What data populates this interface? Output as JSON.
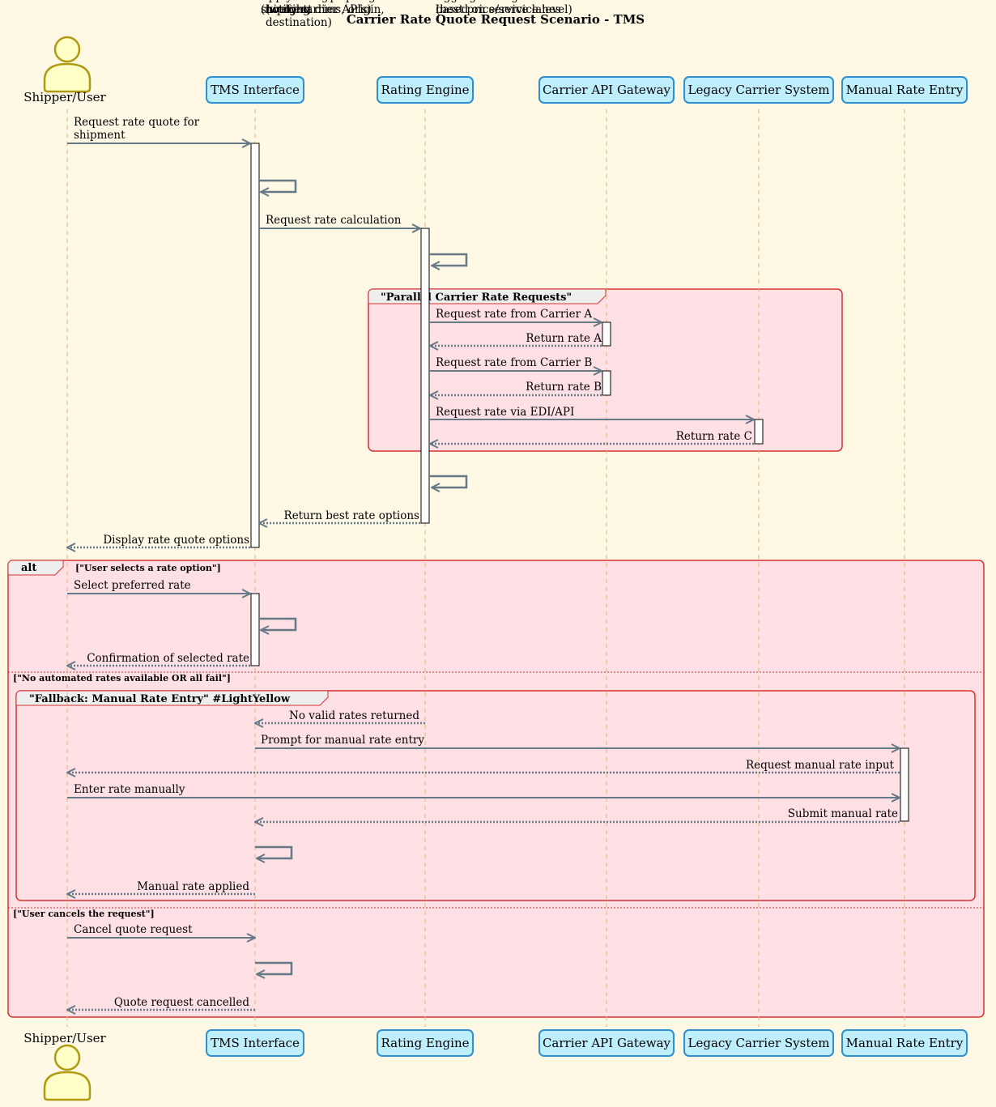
{
  "title": "Carrier Rate Quote Request Scenario - TMS",
  "colors": {
    "background": "#FEF8E4",
    "participant_fill": "#BFEFFF",
    "participant_stroke": "#2F8FCF",
    "actor_fill": "#FFFFC8",
    "actor_stroke": "#B09A10",
    "group_fill": "#FFE0E4",
    "group_stroke": "#D63030",
    "arrow": "#657A86",
    "lifeline": "#E7B27D",
    "tab_fill": "#EEEEEE"
  },
  "participants": [
    {
      "id": "user",
      "label": "Shipper/User",
      "kind": "actor"
    },
    {
      "id": "tms",
      "label": "TMS Interface",
      "kind": "participant"
    },
    {
      "id": "rating",
      "label": "Rating Engine",
      "kind": "participant"
    },
    {
      "id": "gateway",
      "label": "Carrier API Gateway",
      "kind": "participant"
    },
    {
      "id": "legacy",
      "label": "Legacy Carrier System",
      "kind": "participant"
    },
    {
      "id": "manual",
      "label": "Manual Rate Entry",
      "kind": "participant"
    }
  ],
  "messages": [
    {
      "from": "user",
      "to": "tms",
      "lines": [
        "Request rate quote for",
        "shipment"
      ],
      "type": "sync"
    },
    {
      "from": "tms",
      "to": "tms",
      "lines": [
        "Validate shipment details",
        "(weight, dims, origin,",
        "destination)"
      ],
      "type": "self"
    },
    {
      "from": "tms",
      "to": "rating",
      "lines": [
        "Request rate calculation"
      ],
      "type": "sync"
    },
    {
      "from": "rating",
      "to": "rating",
      "lines": [
        "Determine eligible carriers",
        "based on service lanes"
      ],
      "type": "self"
    },
    {
      "from": "rating",
      "to": "gateway",
      "lines": [
        "Request rate from Carrier A"
      ],
      "type": "sync"
    },
    {
      "from": "gateway",
      "to": "rating",
      "lines": [
        "Return rate A"
      ],
      "type": "return"
    },
    {
      "from": "rating",
      "to": "gateway",
      "lines": [
        "Request rate from Carrier B"
      ],
      "type": "sync"
    },
    {
      "from": "gateway",
      "to": "rating",
      "lines": [
        "Return rate B"
      ],
      "type": "return"
    },
    {
      "from": "rating",
      "to": "legacy",
      "lines": [
        "Request rate via EDI/API"
      ],
      "type": "sync"
    },
    {
      "from": "legacy",
      "to": "rating",
      "lines": [
        "Return rate C"
      ],
      "type": "return"
    },
    {
      "from": "rating",
      "to": "rating",
      "lines": [
        "Aggregate and rank rates",
        "(best price/service level)"
      ],
      "type": "self"
    },
    {
      "from": "rating",
      "to": "tms",
      "lines": [
        "Return best rate options"
      ],
      "type": "return"
    },
    {
      "from": "tms",
      "to": "user",
      "lines": [
        "Display rate quote options"
      ],
      "type": "return"
    },
    {
      "from": "user",
      "to": "tms",
      "lines": [
        "Select preferred rate"
      ],
      "type": "sync"
    },
    {
      "from": "tms",
      "to": "tms",
      "lines": [
        "Lock rate and proceed to",
        "booking"
      ],
      "type": "self"
    },
    {
      "from": "tms",
      "to": "user",
      "lines": [
        "Confirmation of selected rate"
      ],
      "type": "return"
    },
    {
      "from": "rating",
      "to": "tms",
      "lines": [
        "No valid rates returned"
      ],
      "type": "return"
    },
    {
      "from": "tms",
      "to": "manual",
      "lines": [
        "Prompt for manual rate entry"
      ],
      "type": "sync"
    },
    {
      "from": "manual",
      "to": "user",
      "lines": [
        "Request manual rate input"
      ],
      "type": "return"
    },
    {
      "from": "user",
      "to": "manual",
      "lines": [
        "Enter rate manually"
      ],
      "type": "sync"
    },
    {
      "from": "manual",
      "to": "tms",
      "lines": [
        "Submit manual rate"
      ],
      "type": "return"
    },
    {
      "from": "tms",
      "to": "tms",
      "lines": [
        "Apply manual rate to",
        "shipment"
      ],
      "type": "self"
    },
    {
      "from": "tms",
      "to": "user",
      "lines": [
        "Manual rate applied"
      ],
      "type": "return"
    },
    {
      "from": "user",
      "to": "tms",
      "lines": [
        "Cancel quote request"
      ],
      "type": "sync"
    },
    {
      "from": "tms",
      "to": "tms",
      "lines": [
        "Abort rate gathering",
        "(notify carrier APIs)"
      ],
      "type": "self"
    },
    {
      "from": "tms",
      "to": "user",
      "lines": [
        "Quote request cancelled"
      ],
      "type": "return"
    }
  ],
  "groups": {
    "parallel": {
      "label": "\"Parallel Carrier Rate Requests\""
    },
    "alt": {
      "keyword": "alt",
      "condition_1": "[\"User selects a rate option\"]",
      "condition_2": "[\"No automated rates available OR all fail\"]",
      "condition_3": "[\"User cancels the request\"]"
    },
    "fallback": {
      "label": "\"Fallback: Manual Rate Entry\" #LightYellow"
    }
  }
}
